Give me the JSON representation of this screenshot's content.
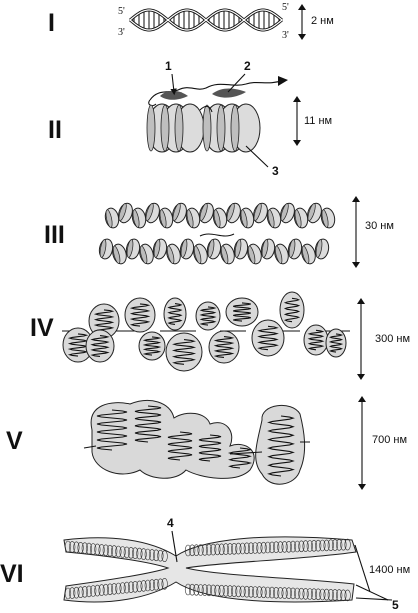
{
  "levels": [
    {
      "roman": "I",
      "size": "2 нм"
    },
    {
      "roman": "II",
      "size": "11 нм"
    },
    {
      "roman": "III",
      "size": "30 нм"
    },
    {
      "roman": "IV",
      "size": "300 нм"
    },
    {
      "roman": "V",
      "size": "700 нм"
    },
    {
      "roman": "VI",
      "size": "1400 нм"
    }
  ],
  "dna_ends": {
    "five_prime": "5'",
    "three_prime": "3'"
  },
  "callouts": {
    "n1": "1",
    "n2": "2",
    "n3": "3",
    "n4": "4",
    "n5": "5"
  },
  "colors": {
    "ink": "#111111",
    "fill_grey": "#d9d9d9",
    "background": "#ffffff"
  }
}
